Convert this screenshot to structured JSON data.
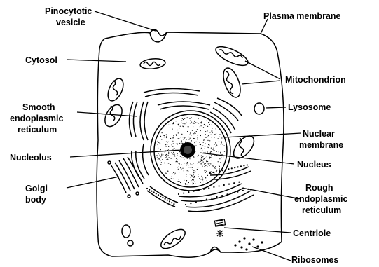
{
  "labels": {
    "pinocytotic_vesicle": [
      "Pinocytotic",
      "vesicle"
    ],
    "plasma_membrane": "Plasma membrane",
    "cytosol": "Cytosol",
    "mitochondrion": "Mitochondrion",
    "smooth_er": [
      "Smooth",
      "endoplasmic",
      "reticulum"
    ],
    "lysosome": "Lysosome",
    "nuclear_membrane": [
      "Nuclear",
      "membrane"
    ],
    "nucleolus": "Nucleolus",
    "nucleus": "Nucleus",
    "golgi_body": [
      "Golgi",
      "body"
    ],
    "rough_er": [
      "Rough",
      "endoplasmic",
      "reticulum"
    ],
    "centriole": "Centriole",
    "ribosomes": "Ribosomes"
  }
}
